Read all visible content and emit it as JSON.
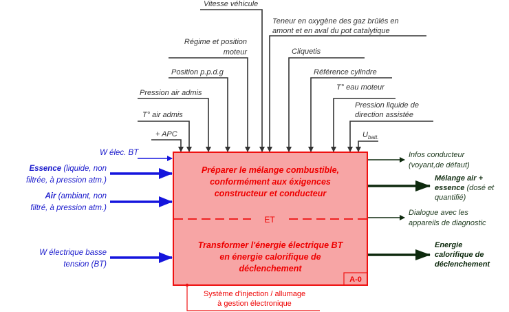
{
  "controls": [
    {
      "id": "vitesse",
      "lines": [
        "Vitesse véhicule"
      ]
    },
    {
      "id": "teneur",
      "lines": [
        "Teneur en oxygène des gaz brûlés en",
        "amont et en aval du pot catalytique"
      ]
    },
    {
      "id": "regime",
      "lines": [
        "Régime et position",
        "moteur"
      ]
    },
    {
      "id": "cliquetis",
      "lines": [
        "Cliquetis"
      ]
    },
    {
      "id": "position-ppdg",
      "lines": [
        "Position p.p.d.g"
      ]
    },
    {
      "id": "reference-cylindre",
      "lines": [
        "Référence cylindre"
      ]
    },
    {
      "id": "pression-air",
      "lines": [
        "Pression air admis"
      ]
    },
    {
      "id": "t-eau",
      "lines": [
        "T° eau moteur"
      ]
    },
    {
      "id": "pression-liquide",
      "lines": [
        "Pression liquide de",
        "direction assistée"
      ]
    },
    {
      "id": "t-air",
      "lines": [
        "T° air admis"
      ]
    },
    {
      "id": "apc",
      "lines": [
        "+ APC"
      ]
    }
  ],
  "ubatt": {
    "main": "U",
    "sub": "batt."
  },
  "inputs": {
    "welec_bt": "W élec. BT",
    "essence_bold": "Essence",
    "essence_rest1": " (liquide, non",
    "essence_line2": "filtrée, à pression atm.)",
    "air_bold": "Air",
    "air_rest1": " (ambiant, non",
    "air_line2": "filtré, à pression atm.)",
    "welec_line1": "W électrique basse",
    "welec_line2": "tension (BT)"
  },
  "box": {
    "top_lines": [
      "Préparer le mélange combustible,",
      "conformément aux éxigences",
      "constructeur et conducteur"
    ],
    "separator": "ET",
    "bottom_lines": [
      "Transformer l'énergie électrique BT",
      "en énergie calorifique de",
      "déclenchement"
    ],
    "ref": "A-0"
  },
  "outputs": {
    "infos": [
      "Infos conducteur",
      "(voyant,de défaut)"
    ],
    "melange_bold1": "Mélange air +",
    "melange_bold2": "essence",
    "melange_rest2": " (dosé et",
    "melange_line3": "quantifié)",
    "dialogue": [
      "Dialogue avec les",
      "appareils de diagnostic"
    ],
    "energie": [
      "Energie",
      "calorifique de",
      "déclenchement"
    ]
  },
  "mechanism": [
    "Système d'injection / allumage",
    "à gestion électronique"
  ],
  "colors": {
    "box_fill": "#f7a5a5",
    "box_stroke": "#ee1111",
    "input_blue": "#1515dd",
    "output_green": "#0e2a0e",
    "control_gray": "#333333"
  }
}
